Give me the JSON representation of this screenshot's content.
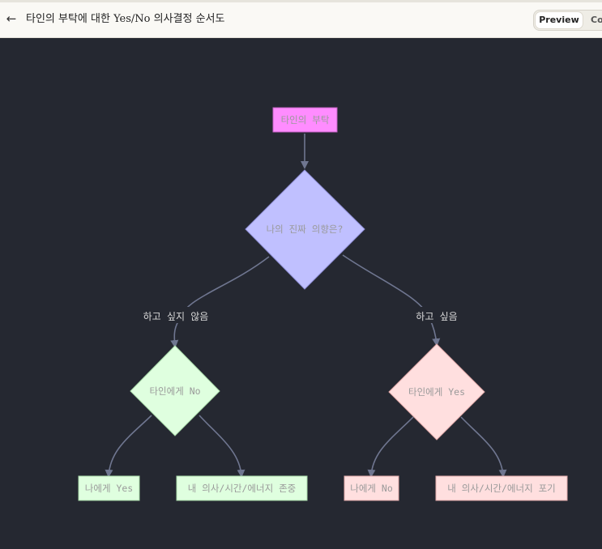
{
  "header": {
    "back_icon": "arrow-left-icon",
    "title": "타인의 부탁에 대한 Yes/No 의사결정 순서도",
    "tabs": [
      {
        "label": "Preview",
        "selected": true
      },
      {
        "label": "Code",
        "selected": false
      }
    ]
  },
  "diagram": {
    "nodes": {
      "request": {
        "label": "타인의 부탁",
        "fill": "#ff8cff"
      },
      "decision": {
        "label": "나의 진짜 의향은?",
        "fill": "#c0c0ff"
      },
      "say_no": {
        "label": "타인에게 No",
        "fill": "#dfffdf"
      },
      "say_yes": {
        "label": "타인에게 Yes",
        "fill": "#ffdfdf"
      },
      "self_yes": {
        "label": "나에게 Yes",
        "fill": "#dfffdf"
      },
      "respect": {
        "label": "내 의사/시간/에너지 존중",
        "fill": "#dfffdf"
      },
      "self_no": {
        "label": "나에게 No",
        "fill": "#ffdfdf"
      },
      "give_up": {
        "label": "내 의사/시간/에너지 포기",
        "fill": "#ffdfdf"
      }
    },
    "edges": {
      "not_want": "하고 싶지 않음",
      "want": "하고 싶음"
    },
    "colors": {
      "background": "#252831",
      "edge": "#6f7690",
      "node_text": "#9a9a9a"
    }
  }
}
